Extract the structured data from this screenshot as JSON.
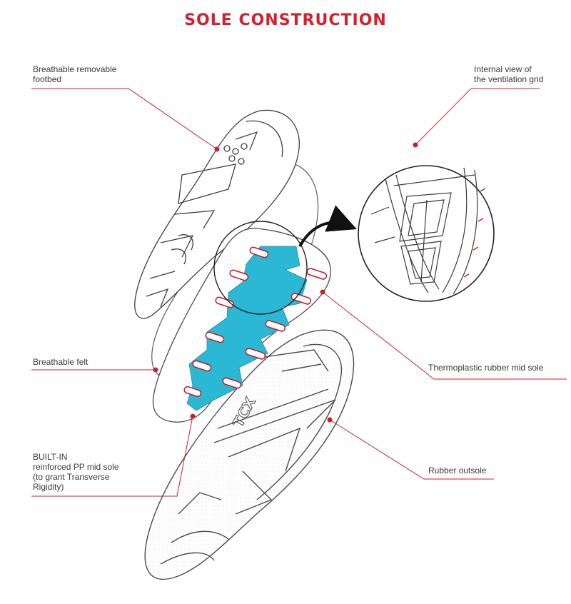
{
  "title": "SOLE CONSTRUCTION",
  "colors": {
    "accent": "#d41f2c",
    "leader_line": "#c9202e",
    "sketch": "#4a4a4a",
    "midsole_fill": "#2bb8d4"
  },
  "callouts": {
    "footbed": {
      "line1": "Breathable removable",
      "line2": "footbed"
    },
    "ventilation": {
      "line1": "Internal view of",
      "line2": "the ventilation grid"
    },
    "felt": {
      "line1": "Breathable felt"
    },
    "thermoplastic": {
      "line1": "Thermoplastic rubber mid sole"
    },
    "builtin": {
      "line1": "BUILT-IN",
      "line2": "reinforced PP mid sole",
      "line3": "(to grant Transverse",
      "line4": "Rigidity)"
    },
    "outsole": {
      "line1": "Rubber outsole"
    }
  },
  "brand_mark": "TCX"
}
